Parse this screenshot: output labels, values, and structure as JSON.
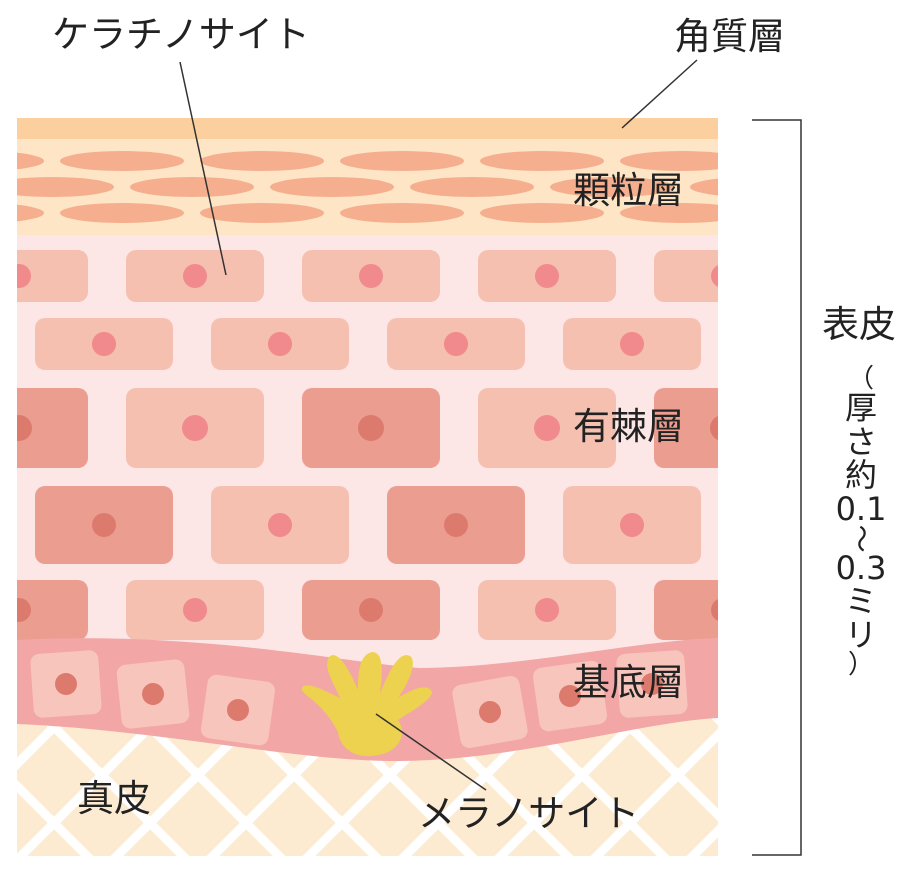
{
  "labels": {
    "keratinocyte": "ケラチノサイト",
    "stratum_corneum": "角質層",
    "granular_layer": "顆粒層",
    "spinous_layer": "有棘層",
    "basal_layer": "基底層",
    "dermis": "真皮",
    "melanocyte": "メラノサイト",
    "epidermis": "表皮"
  },
  "thickness_note": {
    "open_paren": "（",
    "chars": [
      "厚",
      "さ",
      "約"
    ],
    "min": "0.1",
    "tilde": "〜",
    "max": "0.3",
    "unit_chars": [
      "ミ",
      "リ"
    ],
    "close_paren": "）"
  },
  "colors": {
    "stratum_corneum": "#fbd09e",
    "granular_bg": "#fde5c6",
    "granular_cell": "#f5ae8e",
    "spinous_bg": "#fde6e6",
    "cell_light": "#f5c0b0",
    "cell_dark": "#eb9e90",
    "nucleus_pink": "#f08a8c",
    "nucleus_dark": "#dd7a6e",
    "basal_band": "#f3a6a6",
    "basal_cell": "#f8c5bc",
    "dermis_bg": "#fdebd1",
    "dermis_mesh": "#ffffff",
    "melanocyte": "#ecd24e",
    "line": "#333333"
  }
}
